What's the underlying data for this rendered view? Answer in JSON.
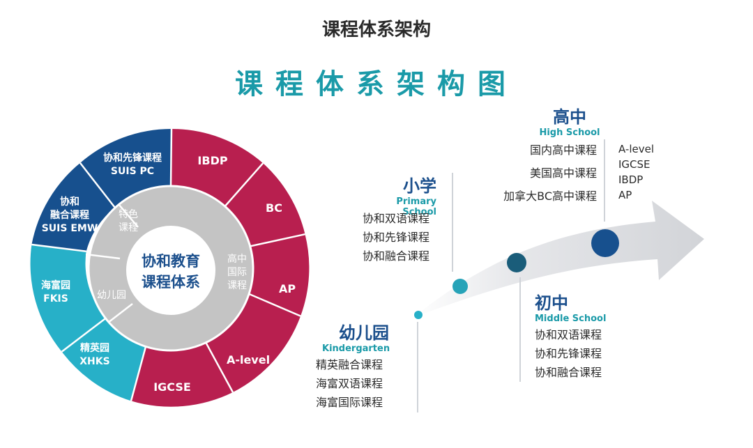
{
  "header": {
    "title": "课程体系架构"
  },
  "diagram": {
    "title": "课程体系架构图"
  },
  "wheel": {
    "center": {
      "line1": "协和教育",
      "line2": "课程体系"
    },
    "inner": {
      "tese_1": "特色",
      "tese_2": "课程",
      "kindergarten": "幼儿园",
      "hs_1": "高中",
      "hs_2": "国际",
      "hs_3": "课程"
    },
    "outer": {
      "suispc_1": "协和先锋课程",
      "suispc_2": "SUIS PC",
      "suisemw_1": "协和",
      "suisemw_2": "融合课程",
      "suisemw_3": "SUIS EMW",
      "fkis_1": "海富园",
      "fkis_2": "FKIS",
      "xhks_1": "精英园",
      "xhks_2": "XHKS",
      "ibdp": "IBDP",
      "bc": "BC",
      "ap": "AP",
      "alevel": "A-level",
      "igcse": "IGCSE"
    },
    "colors": {
      "crimson": "#b81f4f",
      "navy": "#17508e",
      "cyan": "#27b0c8",
      "gray": "#c4c4c4"
    }
  },
  "stages": {
    "kindergarten": {
      "cn": "幼儿园",
      "en": "Kindergarten",
      "courses": [
        "精英融合课程",
        "海富双语课程",
        "海富国际课程"
      ]
    },
    "primary": {
      "cn": "小学",
      "en": "Primary School",
      "courses": [
        "协和双语课程",
        "协和先锋课程",
        "协和融合课程"
      ]
    },
    "middle": {
      "cn": "初中",
      "en": "Middle School",
      "courses": [
        "协和双语课程",
        "协和先锋课程",
        "协和融合课程"
      ]
    },
    "high": {
      "cn": "高中",
      "en": "High School",
      "courses": [
        "国内高中课程",
        "美国高中课程",
        "加拿大BC高中课程"
      ],
      "intl": [
        "A-level",
        "IGCSE",
        "IBDP",
        "AP"
      ]
    }
  }
}
